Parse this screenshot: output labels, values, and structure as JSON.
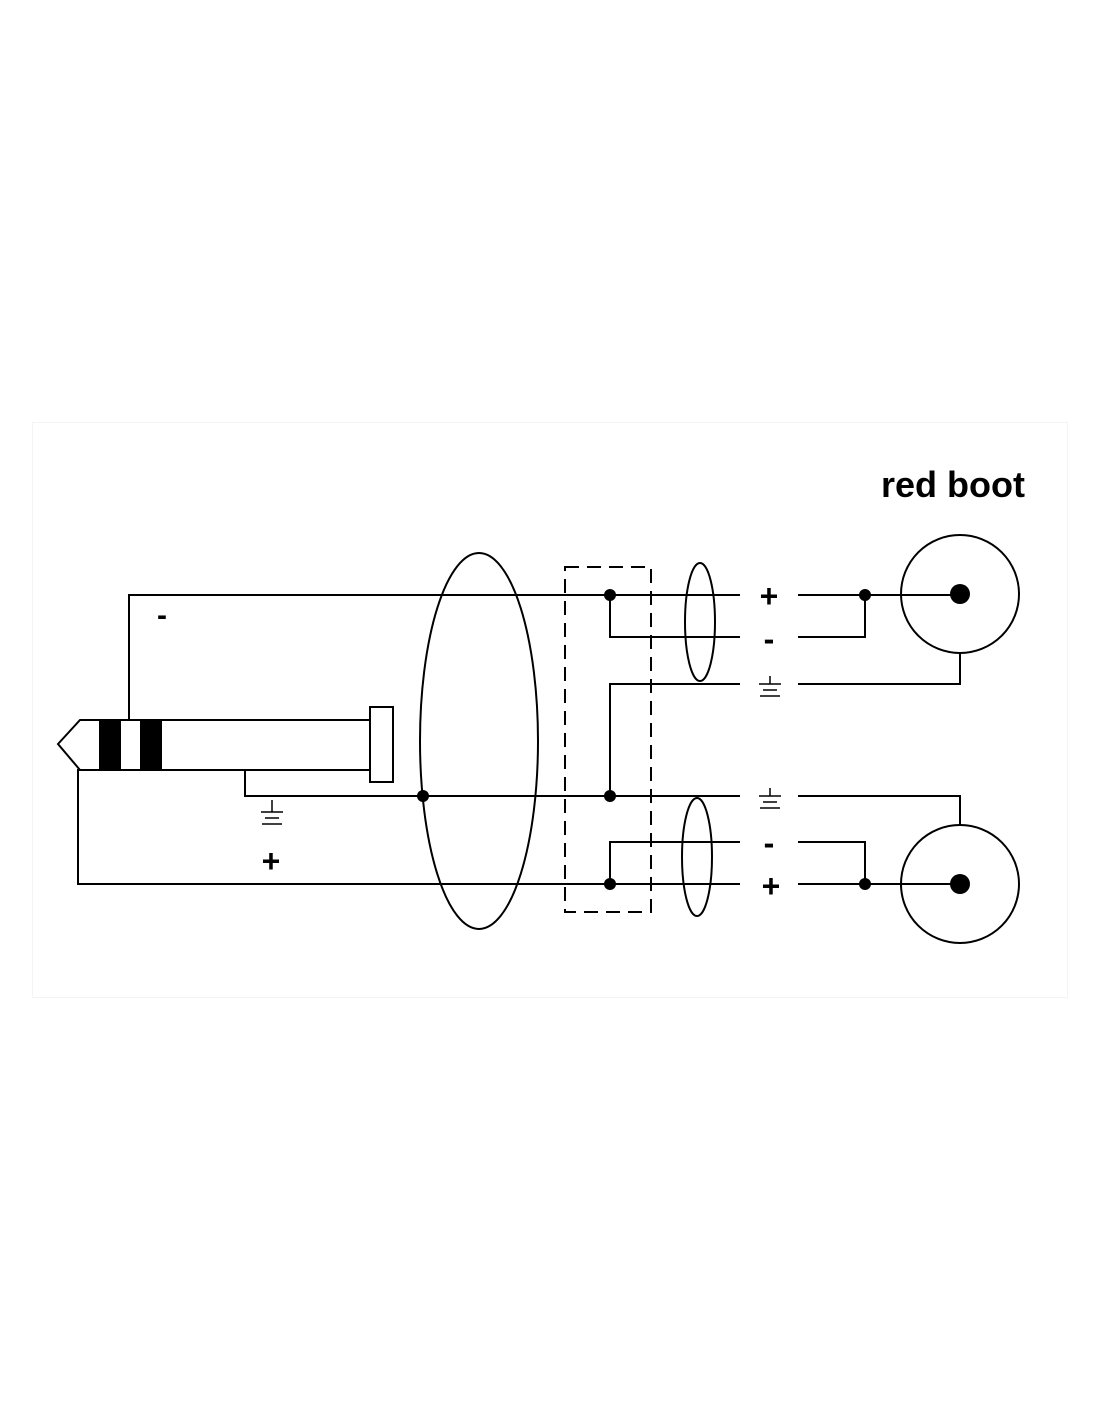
{
  "title": "red boot",
  "plug_labels": {
    "minus": "-",
    "plus": "+"
  },
  "connector_a": {
    "plus": "+",
    "minus": "-"
  },
  "connector_b": {
    "minus": "-",
    "plus": "+"
  },
  "colors": {
    "line": "#000000",
    "background": "#ffffff"
  },
  "icons": [
    "trs-plug-icon",
    "ground-icon",
    "rca-connector-icon",
    "cable-jacket-ellipse",
    "splitter-box"
  ]
}
